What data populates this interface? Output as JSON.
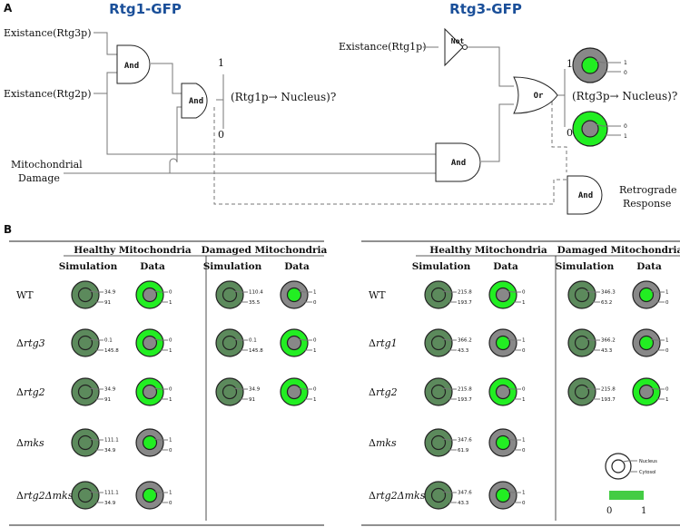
{
  "panelA": {
    "label": "A",
    "title_left": "Rtg1-GFP",
    "title_right": "Rtg3-GFP",
    "inputs": {
      "rtg3p": "Existance(Rtg3p)",
      "rtg2p": "Existance(Rtg2p)",
      "rtg1p": "Existance(Rtg1p)",
      "mito_line1": "Mitochondrial",
      "mito_line2": "Damage"
    },
    "gates": {
      "and": "And",
      "not": "Not",
      "or": "Or"
    },
    "outputs": {
      "rtg1p_q": "(Rtg1p→ Nucleus)?",
      "rtg3p_q": "(Rtg3p→ Nucleus)?",
      "retro_line1": "Retrograde",
      "retro_line2": "Response",
      "one": "1",
      "zero": "0"
    },
    "cell_key": [
      {
        "state": "1",
        "nucleus": "1",
        "cytosol": "0"
      },
      {
        "state": "0",
        "nucleus": "0",
        "cytosol": "1"
      }
    ]
  },
  "panelB": {
    "label": "B",
    "headers": {
      "healthy": "Healthy Mitochondria",
      "damaged": "Damaged Mitochondria",
      "simulation": "Simulation",
      "data": "Data"
    },
    "legend": {
      "nucleus": "Nucleus",
      "cytosol": "Cytosol",
      "scale_min": "0",
      "scale_max": "1"
    },
    "tables": [
      {
        "reporter": "Rtg1-GFP",
        "rows": [
          {
            "pre": "",
            "it": "",
            "plain": "WT",
            "hs": {
              "n": "34.9",
              "c": "91"
            },
            "hd": {
              "n": "0",
              "c": "1"
            },
            "ds": {
              "n": "110.4",
              "c": "35.5"
            },
            "dd": {
              "n": "1",
              "c": "0"
            }
          },
          {
            "pre": "Δ",
            "it": "rtg3",
            "plain": "",
            "hs": {
              "n": "0.1",
              "c": "145.8"
            },
            "hd": {
              "n": "0",
              "c": "1"
            },
            "ds": {
              "n": "0.1",
              "c": "145.8"
            },
            "dd": {
              "n": "0",
              "c": "1"
            }
          },
          {
            "pre": "Δ",
            "it": "rtg2",
            "plain": "",
            "hs": {
              "n": "34.9",
              "c": "91"
            },
            "hd": {
              "n": "0",
              "c": "1"
            },
            "ds": {
              "n": "34.9",
              "c": "91"
            },
            "dd": {
              "n": "0",
              "c": "1"
            }
          },
          {
            "pre": "Δ",
            "it": "mks",
            "plain": "",
            "hs": {
              "n": "111.1",
              "c": "34.9"
            },
            "hd": {
              "n": "1",
              "c": "0"
            },
            "ds": null,
            "dd": null
          },
          {
            "pre": "Δ",
            "it": "rtg2Δmks",
            "plain": "",
            "hs": {
              "n": "111.1",
              "c": "34.9"
            },
            "hd": {
              "n": "1",
              "c": "0"
            },
            "ds": null,
            "dd": null
          }
        ]
      },
      {
        "reporter": "Rtg3-GFP",
        "rows": [
          {
            "pre": "",
            "it": "",
            "plain": "WT",
            "hs": {
              "n": "215.8",
              "c": "193.7"
            },
            "hd": {
              "n": "0",
              "c": "1"
            },
            "ds": {
              "n": "346.3",
              "c": "63.2"
            },
            "dd": {
              "n": "1",
              "c": "0"
            }
          },
          {
            "pre": "Δ",
            "it": "rtg1",
            "plain": "",
            "hs": {
              "n": "366.2",
              "c": "43.3"
            },
            "hd": {
              "n": "1",
              "c": "0"
            },
            "ds": {
              "n": "366.2",
              "c": "43.3"
            },
            "dd": {
              "n": "1",
              "c": "0"
            }
          },
          {
            "pre": "Δ",
            "it": "rtg2",
            "plain": "",
            "hs": {
              "n": "215.8",
              "c": "193.7"
            },
            "hd": {
              "n": "0",
              "c": "1"
            },
            "ds": {
              "n": "215.8",
              "c": "193.7"
            },
            "dd": {
              "n": "0",
              "c": "1"
            }
          },
          {
            "pre": "Δ",
            "it": "mks",
            "plain": "",
            "hs": {
              "n": "347.6",
              "c": "61.9"
            },
            "hd": {
              "n": "1",
              "c": "0"
            },
            "ds": null,
            "dd": null
          },
          {
            "pre": "Δ",
            "it": "rtg2Δmks",
            "plain": "",
            "hs": {
              "n": "347.6",
              "c": "43.3"
            },
            "hd": {
              "n": "1",
              "c": "0"
            },
            "ds": null,
            "dd": null
          }
        ]
      }
    ]
  },
  "colors": {
    "green": "#22ee22",
    "gray": "#888888",
    "sim": "#5c8a5c",
    "title_blue": "#1a4f99"
  }
}
